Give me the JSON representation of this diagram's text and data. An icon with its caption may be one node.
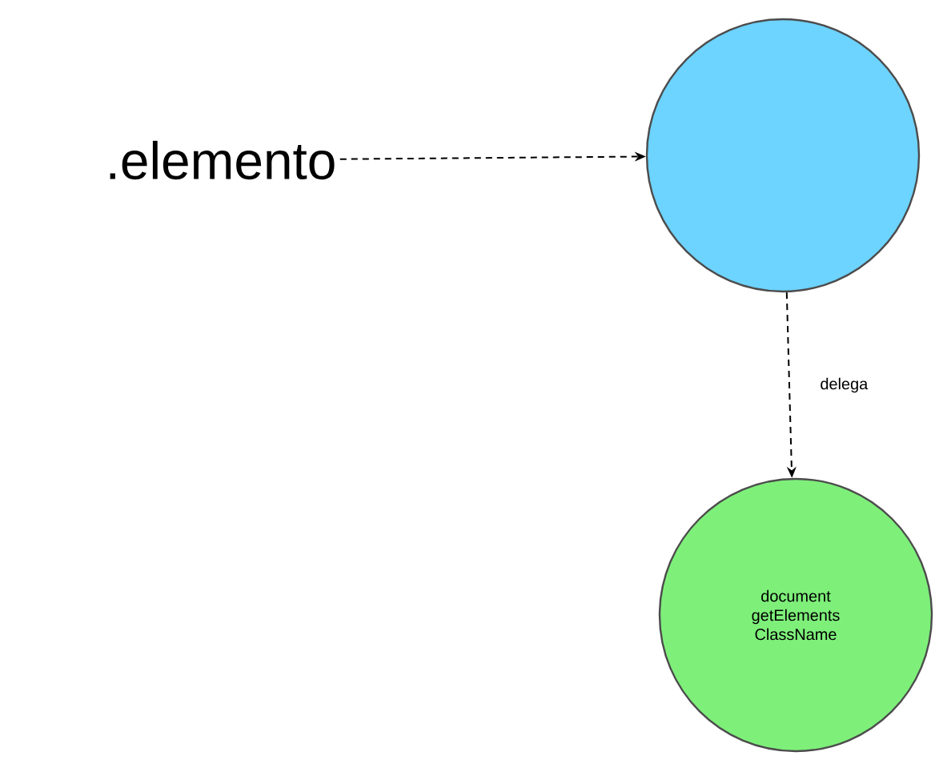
{
  "diagram": {
    "nodes": [
      {
        "text": [
          ".elemento"
        ]
      },
      {
        "text": [],
        "shape": "circle"
      },
      {
        "text": [
          "document getElements ClassName"
        ]
      }
    ],
    "edges": [
      {
        "from": 0,
        "to": 1,
        "arrow": "to",
        "style": "dashed"
      },
      {
        "from": 1,
        "to": 2,
        "arrow": "to",
        "style": "dashed",
        "label": "delega"
      }
    ]
  }
}
